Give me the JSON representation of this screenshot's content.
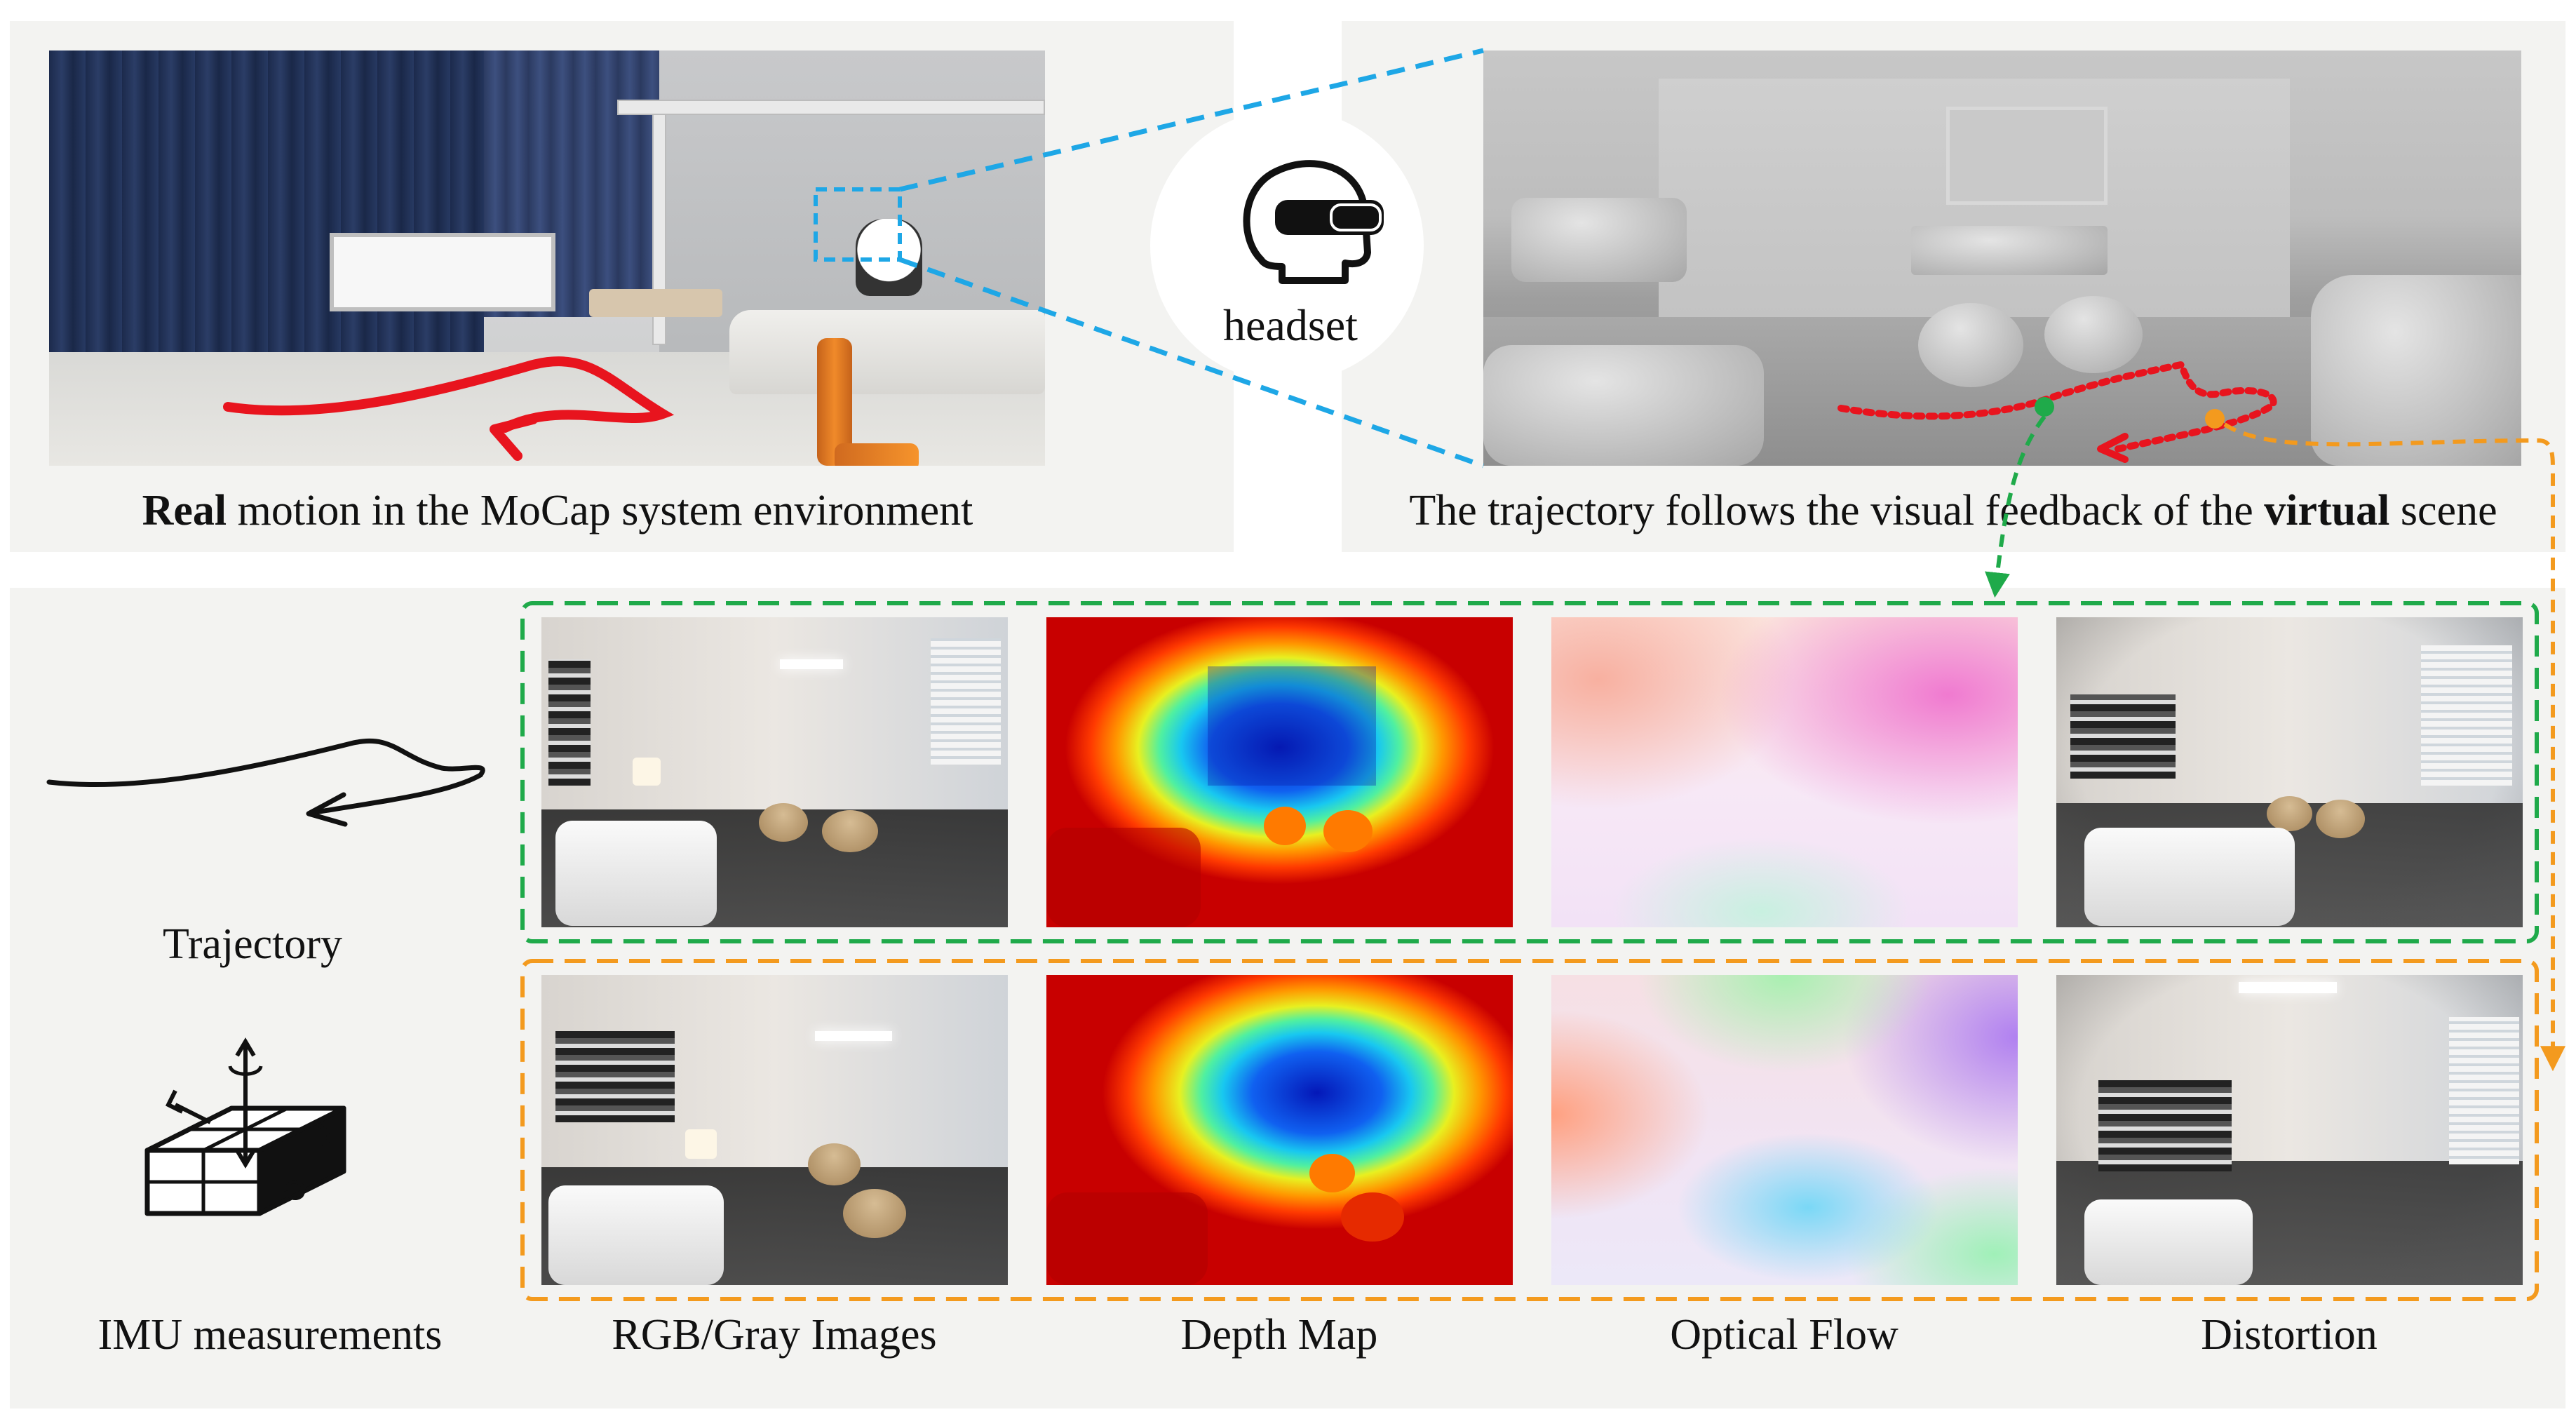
{
  "top_left": {
    "caption_bold": "Real",
    "caption_rest": " motion in the MoCap system environment"
  },
  "headset": {
    "label": "headset",
    "icon": "vr-headset-head-icon"
  },
  "top_right": {
    "caption_before": "The trajectory follows the visual feedback of the ",
    "caption_bold": "virtual",
    "caption_after": " scene"
  },
  "left_column": {
    "trajectory_label": "Trajectory",
    "imu_label": "IMU measurements",
    "trajectory_icon": "trajectory-curve-icon",
    "imu_icon": "imu-box-axes-icon"
  },
  "bottom_labels": {
    "rgb": "RGB/Gray Images",
    "depth": "Depth Map",
    "flow": "Optical Flow",
    "distortion": "Distortion"
  },
  "colors": {
    "real_trajectory": "#e8141e",
    "virtual_trajectory": "#e8141e",
    "connector_blue": "#1ea7e6",
    "green_frame": "#1faa4a",
    "orange_frame": "#f39a1e",
    "panel_bg": "#f3f3f1"
  }
}
